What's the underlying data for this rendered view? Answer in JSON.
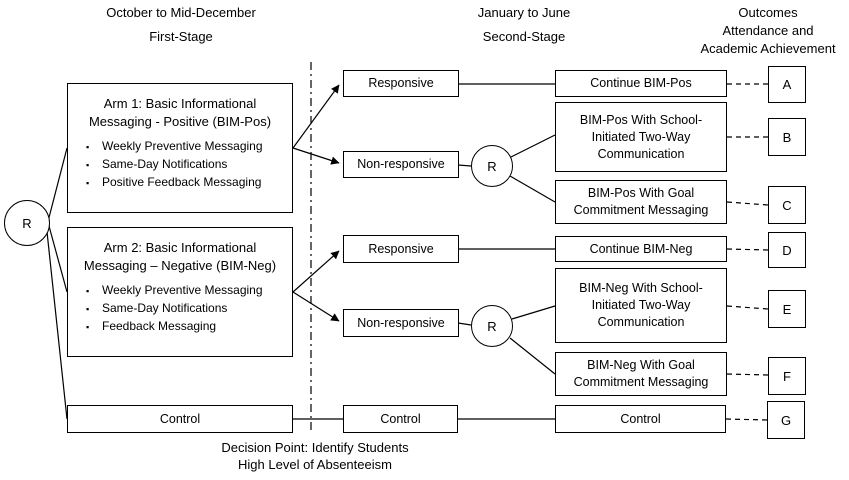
{
  "headers": {
    "first_stage_period": "October to Mid-December",
    "first_stage_label": "First-Stage",
    "second_stage_period": "January to June",
    "second_stage_label": "Second-Stage",
    "outcomes_line1": "Outcomes",
    "outcomes_line2": "Attendance and",
    "outcomes_line3": "Academic Achievement"
  },
  "randomization_symbol": "R",
  "first_stage": {
    "arm1": {
      "title_line1": "Arm 1: Basic Informational",
      "title_line2": "Messaging - Positive (BIM-Pos)",
      "bullets": [
        "Weekly Preventive Messaging",
        "Same-Day Notifications",
        "Positive Feedback Messaging"
      ]
    },
    "arm2": {
      "title_line1": "Arm 2: Basic Informational",
      "title_line2": "Messaging – Negative (BIM-Neg)",
      "bullets": [
        "Weekly Preventive Messaging",
        "Same-Day Notifications",
        "Feedback Messaging"
      ]
    }
  },
  "mid_stage": {
    "responsive_pos": "Responsive",
    "nonresponsive_pos": "Non-responsive",
    "responsive_neg": "Responsive",
    "nonresponsive_neg": "Non-responsive"
  },
  "second_stage": {
    "pos": {
      "continue": "Continue BIM-Pos",
      "school_lines": [
        "BIM-Pos With School-",
        "Initiated Two-Way",
        "Communication"
      ],
      "goal_lines": [
        "BIM-Pos With Goal",
        "Commitment  Messaging"
      ]
    },
    "neg": {
      "continue": "Continue BIM-Neg",
      "school_lines": [
        "BIM-Neg With School-",
        "Initiated Two-Way",
        "Communication"
      ],
      "goal_lines": [
        "BIM-Neg With Goal",
        "Commitment  Messaging"
      ]
    }
  },
  "control": {
    "stage1": "Control",
    "mid": "Control",
    "stage2": "Control"
  },
  "outcomes": [
    "A",
    "B",
    "C",
    "D",
    "E",
    "F",
    "G"
  ],
  "footnote": {
    "line1": "Decision Point: Identify Students",
    "line2": "High Level of Absenteeism"
  }
}
